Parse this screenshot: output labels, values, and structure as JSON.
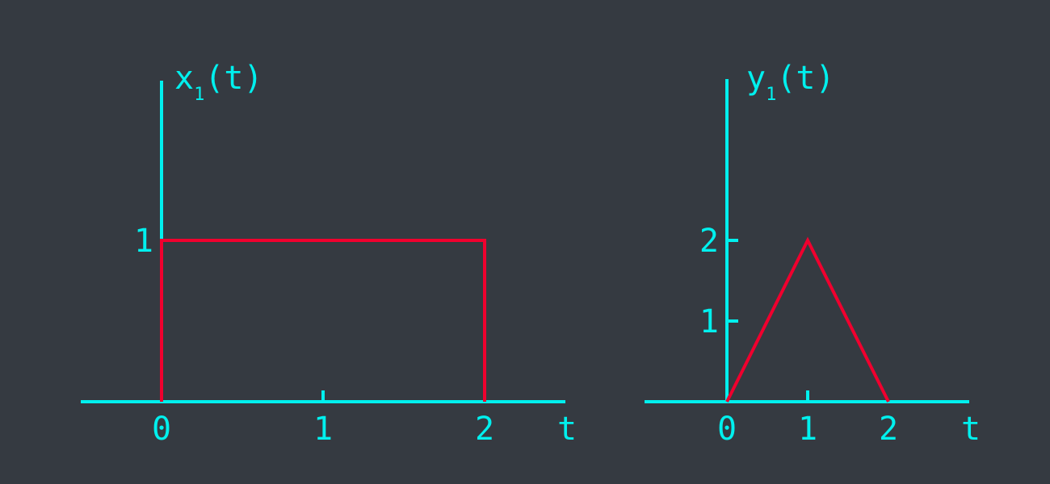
{
  "colors": {
    "background": "#353a41",
    "axes": "#00f0ee",
    "signal": "#f0002e"
  },
  "chart_data": [
    {
      "type": "line",
      "ylabel": {
        "base": "x",
        "sub": "1",
        "suffix": "(t)"
      },
      "xlabel": "t",
      "x_ticks": [
        {
          "value": 0,
          "label": "0"
        },
        {
          "value": 1,
          "label": "1"
        },
        {
          "value": 2,
          "label": "2"
        }
      ],
      "y_ticks": [
        {
          "value": 1,
          "label": "1"
        }
      ],
      "series": [
        {
          "x": [
            0,
            0,
            2,
            2
          ],
          "y": [
            0,
            1,
            1,
            0
          ]
        }
      ],
      "xlim": [
        -0.5,
        2.5
      ],
      "ylim": [
        0,
        2
      ]
    },
    {
      "type": "line",
      "ylabel": {
        "base": "y",
        "sub": "1",
        "suffix": "(t)"
      },
      "xlabel": "t",
      "x_ticks": [
        {
          "value": 0,
          "label": "0"
        },
        {
          "value": 1,
          "label": "1"
        },
        {
          "value": 2,
          "label": "2"
        }
      ],
      "y_ticks": [
        {
          "value": 1,
          "label": "1"
        },
        {
          "value": 2,
          "label": "2"
        }
      ],
      "series": [
        {
          "x": [
            0,
            1,
            2
          ],
          "y": [
            0,
            2,
            0
          ]
        }
      ],
      "xlim": [
        -1,
        3
      ],
      "ylim": [
        0,
        4
      ]
    }
  ]
}
